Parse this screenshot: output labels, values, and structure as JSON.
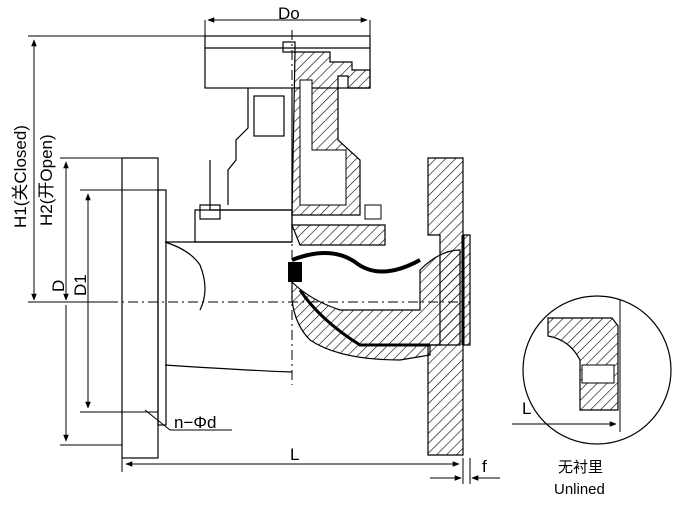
{
  "labels": {
    "Do": "Do",
    "H1": "H1(关Closed)",
    "H2": "H2(开Open)",
    "D": "D",
    "D1": "D1",
    "n_phi_d": "n−Φd",
    "L": "L",
    "f": "f",
    "detail_L": "L",
    "unlined_cn": "无衬里",
    "unlined_en": "Unlined"
  },
  "colors": {
    "line": "#000000",
    "hatch": "#000000",
    "background": "#ffffff"
  }
}
